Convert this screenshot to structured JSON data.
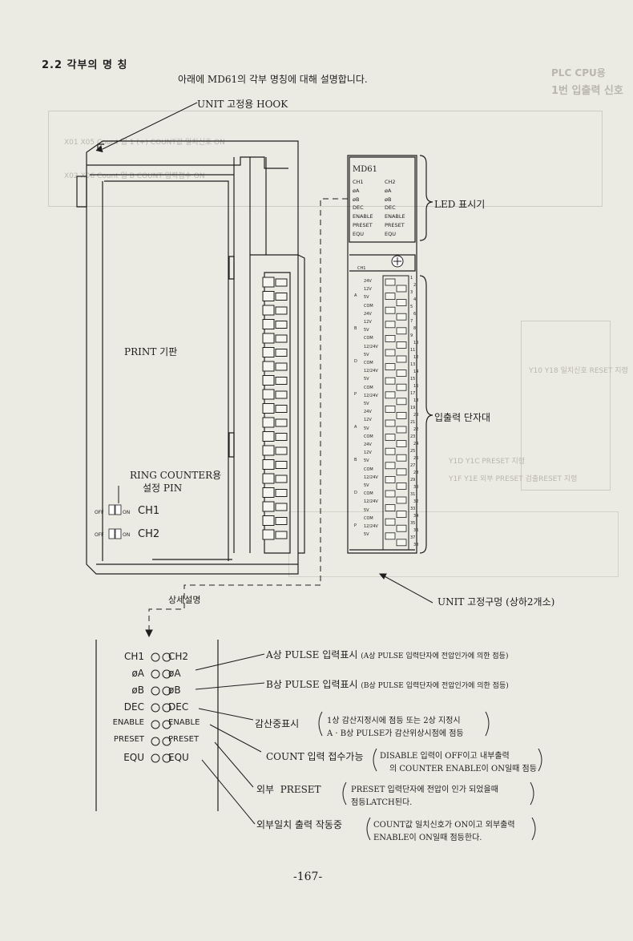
{
  "page": {
    "section_title": "2.2 각부의 명 칭",
    "intro": "아래에 MD61의 각부 명칭에 대해 설명합니다.",
    "page_number": "-167-"
  },
  "diagram": {
    "callouts": {
      "hook": "UNIT 고정용 HOOK",
      "led": "LED 표시기",
      "terminal": "입출력 단자대",
      "print": "PRINT 기판",
      "ring_pin": "RING COUNTER용",
      "ring_pin2": "설정 PIN",
      "fix_hole": "UNIT 고정구멍 (상하2개소)",
      "detail": "상세설명"
    },
    "pin_labels": {
      "off": "OFF",
      "on": "ON",
      "ch1": "CH1",
      "ch2": "CH2"
    },
    "module": {
      "name": "MD61",
      "led_rows": [
        [
          "CH1",
          "CH2"
        ],
        [
          "øA",
          "øA"
        ],
        [
          "øB",
          "øB"
        ],
        [
          "DEC",
          "DEC"
        ],
        [
          "ENABLE",
          "ENABLE"
        ],
        [
          "PRESET",
          "PRESET"
        ],
        [
          "EQU",
          "EQU"
        ]
      ],
      "terminal_header": "CH1",
      "terminal_labels": [
        "24V",
        "12V",
        "5V",
        "COM",
        "24V",
        "12V",
        "5V",
        "COM",
        "12/24V",
        "5V",
        "COM",
        "12/24V",
        "5V",
        "COM",
        "12/24V",
        "5V",
        "24V",
        "12V",
        "5V",
        "COM",
        "24V",
        "12V",
        "5V",
        "COM",
        "12/24V",
        "5V",
        "COM",
        "12/24V",
        "5V",
        "COM",
        "12/24V",
        "5V"
      ],
      "group_labels": [
        "A",
        "B",
        "D",
        "P",
        "A",
        "B",
        "D",
        "P"
      ],
      "terminal_count": 38
    }
  },
  "led_detail": {
    "rows": [
      {
        "left": "CH1",
        "right": "CH2"
      },
      {
        "left": "øA",
        "right": "øA"
      },
      {
        "left": "øB",
        "right": "øB"
      },
      {
        "left": "DEC",
        "right": "DEC"
      },
      {
        "left": "ENABLE",
        "right": "ENABLE"
      },
      {
        "left": "PRESET",
        "right": "PRESET"
      },
      {
        "left": "EQU",
        "right": "EQU"
      }
    ],
    "descriptions": [
      {
        "label": "A상 PULSE 입력표시",
        "note": "(A상 PULSE 입력단자에 전압인가에 의한 점등)"
      },
      {
        "label": "B상 PULSE 입력표시",
        "note": "(B상 PULSE 입력단자에 전압인가에 의한 점등)"
      },
      {
        "label": "감산중표시",
        "note1": "1상 감산지정시에 점등 또는 2상 지정시",
        "note2": "A · B상 PULSE가 감산위상시점에 점등"
      },
      {
        "label": "COUNT 입력 접수가능",
        "note1": "DISABLE 입력이 OFF이고 내부출력",
        "note2": "의 COUNTER ENABLE이 ON일때 점등"
      },
      {
        "label": "외부  PRESET",
        "note1": "PRESET 입력단자에 전압이 인가 되었을때",
        "note2": "점등LATCH된다."
      },
      {
        "label": "외부일치 출력 작동중",
        "note1": "COUNT값 일치신호가 ON이고 외부출력",
        "note2": "ENABLE이 ON일때 점등한다."
      }
    ]
  },
  "bleed_through": {
    "header": "PLC CPU용",
    "title": "1번 입출력 신호",
    "lines": [
      "X01  X05   Count 입  1 (+)   COUNT값 일치신호 ON",
      "X02  X06   Count 입  B        COUNT 입력접수 ON",
      "Y10  Y18   일치신호 RESET 지령",
      "Y1D  Y1C   PRESET 지령",
      "Y1F  Y1E   외부 PRESET 검출RESET 지령"
    ]
  }
}
